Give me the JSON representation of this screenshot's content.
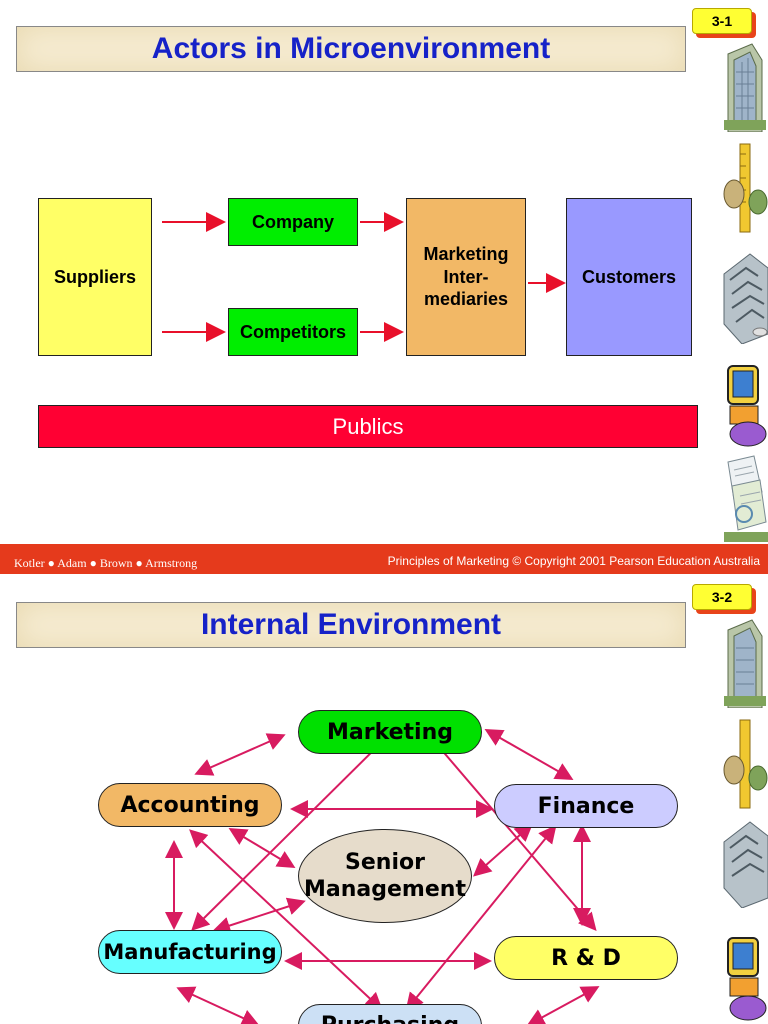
{
  "slide1": {
    "badge": "3-1",
    "title": "Actors in Microenvironment",
    "nodes": {
      "suppliers": "Suppliers",
      "company": "Company",
      "competitors": "Competitors",
      "intermediaries_line1": "Marketing",
      "intermediaries_line2": "Inter-",
      "intermediaries_line3": "mediaries",
      "customers": "Customers",
      "publics": "Publics"
    },
    "footer_left": "Kotler ● Adam ● Brown ● Armstrong",
    "footer_right": "Principles of Marketing © Copyright 2001 Pearson Education Australia"
  },
  "slide2": {
    "badge": "3-2",
    "title": "Internal Environment",
    "nodes": {
      "marketing": "Marketing",
      "accounting": "Accounting",
      "finance": "Finance",
      "senior1": "Senior",
      "senior2": "Management",
      "manufacturing": "Manufacturing",
      "rd": "R & D",
      "purchasing": "Purchasing"
    }
  },
  "colors": {
    "title_text": "#1622c8",
    "arrow_red": "#e8102a",
    "arrow_pink": "#d81b60",
    "footer": "#e53a1c",
    "suppliers": "#ffff66",
    "company": "#00ee00",
    "intermediaries": "#f2b866",
    "customers": "#9999ff",
    "publics": "#ff0033"
  },
  "icons": [
    "building-clipart-icon",
    "ruler-figure-clipart-icon",
    "maze-clipart-icon",
    "computer-clipart-icon",
    "documents-clipart-icon"
  ]
}
